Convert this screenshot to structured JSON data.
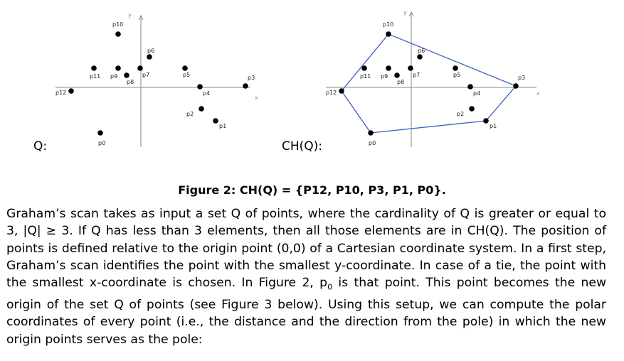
{
  "figure": {
    "axis_labels": {
      "x": "x",
      "y": "y"
    },
    "points": [
      {
        "id": "p0",
        "label": "p0"
      },
      {
        "id": "p1",
        "label": "p1"
      },
      {
        "id": "p2",
        "label": "p2"
      },
      {
        "id": "p3",
        "label": "p3"
      },
      {
        "id": "p4",
        "label": "p4"
      },
      {
        "id": "p5",
        "label": "p5"
      },
      {
        "id": "p6",
        "label": "p6"
      },
      {
        "id": "p7",
        "label": "p7"
      },
      {
        "id": "p8",
        "label": "p8"
      },
      {
        "id": "p9",
        "label": "p9"
      },
      {
        "id": "p10",
        "label": "p10"
      },
      {
        "id": "p11",
        "label": "p11"
      },
      {
        "id": "p12",
        "label": "p12"
      }
    ],
    "left_panel": {
      "label": "Q:"
    },
    "right_panel": {
      "label": "CH(Q):",
      "hull_order": [
        "p0",
        "p12",
        "p10",
        "p3",
        "p1"
      ],
      "hull_color": "#3f5fbf"
    }
  },
  "caption": "Figure 2: CH(Q) = {P12, P10, P3, P1, P0}.",
  "paragraph": {
    "part1": "Graham’s scan takes as input a set Q of points, where the cardinality of Q is greater or equal to 3, |Q| ≥ 3. If Q has less than 3 elements, then all those elements are in CH(Q). The position of points is defined relative to the origin point (0,0) of a Cartesian coordinate system. In a first step, Graham’s scan identifies the point with the smallest y-coordinate. In case of a tie, the point with the smallest x-coordinate is chosen. In Figure 2, p",
    "sub": "0",
    "part2": " is that point. This point becomes the new origin of the set Q of points (see Figure 3 below). Using this setup, we can compute the polar coordinates of every point (i.e., the distance and the direction from the pole) in which the new origin points serves as the pole:"
  }
}
